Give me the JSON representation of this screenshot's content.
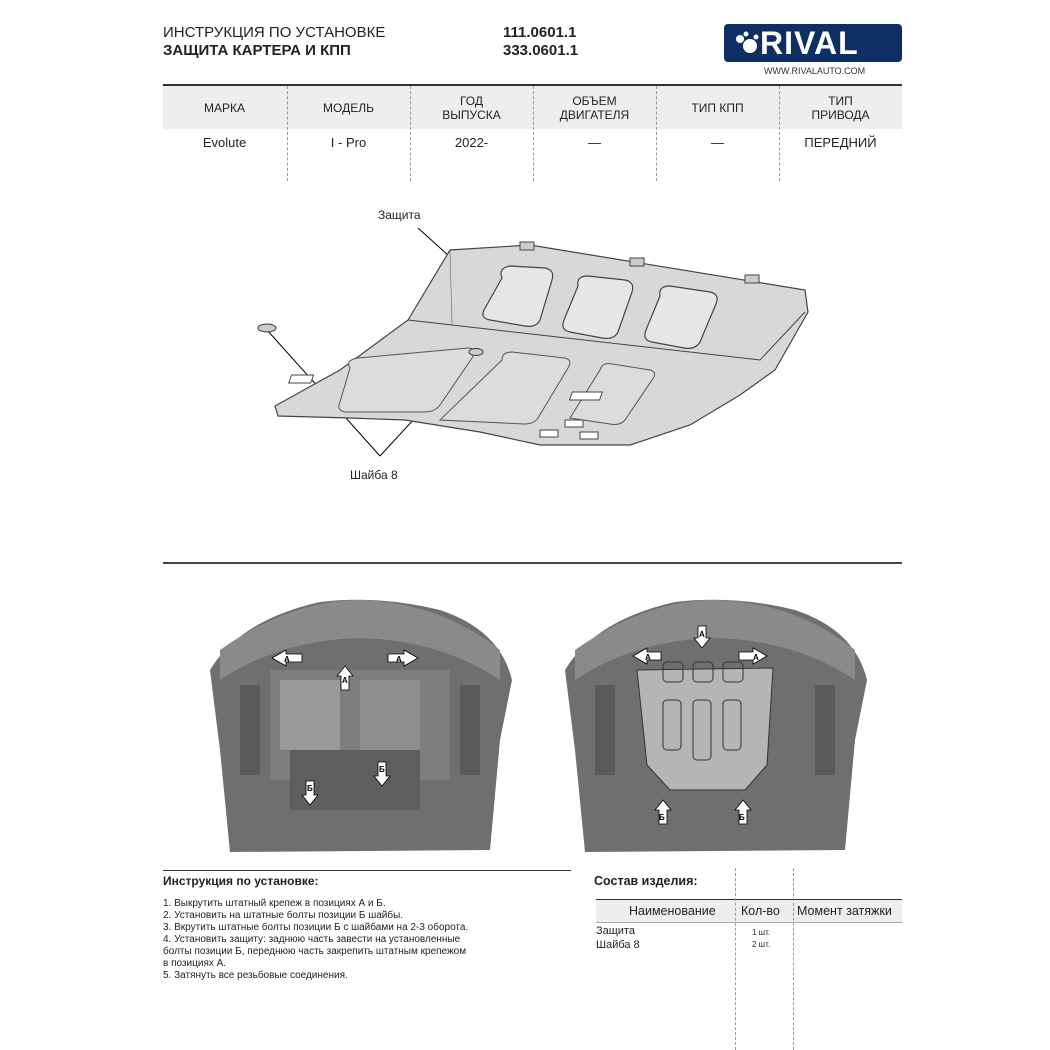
{
  "header": {
    "title_line1": "ИНСТРУКЦИЯ ПО УСТАНОВКЕ",
    "title_line2": "ЗАЩИТА КАРТЕРА И КПП",
    "code1": "111.0601.1",
    "code2": "333.0601.1",
    "logo_text": "RIVAL",
    "url": "WWW.RIVALAUTO.COM",
    "brand_color": "#0d2f63"
  },
  "spec_table": {
    "headers": [
      "МАРКА",
      "МОДЕЛЬ",
      "ГОД ВЫПУСКА",
      "ОБЪЕМ ДВИГАТЕЛЯ",
      "ТИП КПП",
      "ТИП ПРИВОДА"
    ],
    "header_lines": [
      [
        "МАРКА"
      ],
      [
        "МОДЕЛЬ"
      ],
      [
        "ГОД",
        "ВЫПУСКА"
      ],
      [
        "ОБЪЕМ",
        "ДВИГАТЕЛЯ"
      ],
      [
        "ТИП КПП"
      ],
      [
        "ТИП",
        "ПРИВОДА"
      ]
    ],
    "values": [
      "Evolute",
      "I - Pro",
      "2022-",
      "—",
      "—",
      "ПЕРЕДНИЙ"
    ]
  },
  "diagram": {
    "label_guard": "Защита",
    "label_washer": "Шайба 8"
  },
  "photos": {
    "arrow_a": "А",
    "arrow_b": "Б"
  },
  "instructions": {
    "title": "Инструкция по установке:",
    "steps": [
      "1. Выкрутить штатный крепеж в позициях А и Б.",
      "2. Установить на штатные болты позиции Б шайбы.",
      "3. Вкрутить штатные болты позиции Б с шайбами на 2-3 оборота.",
      "4. Установить защиту: заднюю часть завести на установленные",
      "болты позиции Б, переднюю часть закрепить штатным крепежом",
      "в позициях А.",
      "5. Затянуть все резьбовые соединения."
    ]
  },
  "parts": {
    "title": "Состав изделия:",
    "headers": [
      "Наименование",
      "Кол-во",
      "Момент затяжки"
    ],
    "rows": [
      {
        "name": "Защита",
        "qty": "1 шт.",
        "torque": ""
      },
      {
        "name": "Шайба 8",
        "qty": "2 шт.",
        "torque": ""
      }
    ]
  }
}
